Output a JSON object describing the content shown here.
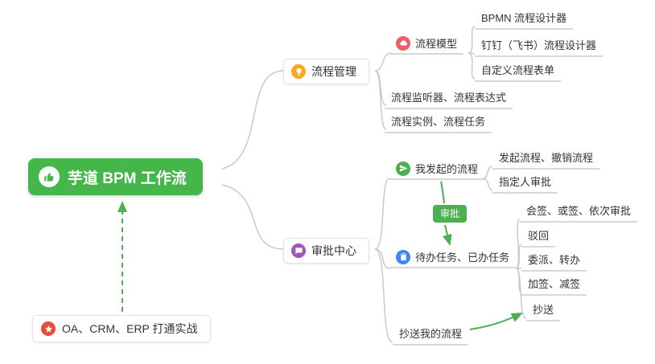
{
  "root": {
    "label": "芋道 BPM 工作流"
  },
  "process_mgmt": {
    "label": "流程管理",
    "model": {
      "label": "流程模型"
    },
    "model_children": {
      "bpmn_designer": "BPMN 流程设计器",
      "dingtalk_designer": "钉钉（飞书）流程设计器",
      "custom_form": "自定义流程表单"
    },
    "listener_expression": "流程监听器、流程表达式",
    "instance_task": "流程实例、流程任务"
  },
  "approval_center": {
    "label": "审批中心",
    "my_initiated": {
      "label": "我发起的流程"
    },
    "initiated_children": {
      "start_cancel": "发起流程、撤销流程",
      "assignee_approval": "指定人审批"
    },
    "approve_badge": "审批",
    "tasks": {
      "label": "待办任务、已办任务"
    },
    "task_children": {
      "countersign": "会签、或签、依次审批",
      "reject": "驳回",
      "delegate_transfer": "委派、转办",
      "add_remove_sign": "加签、减签",
      "cc": "抄送"
    },
    "cc_my_flow": "抄送我的流程"
  },
  "note": {
    "label": "OA、CRM、ERP 打通实战"
  },
  "colors": {
    "root_bg": "#45b649",
    "badge_bg": "#4caf50",
    "arrow_green": "#4caf50",
    "connector_gray": "#c9c9c9",
    "underline_gray": "#d8d8d8",
    "icon_process_mgmt": "#f9a825",
    "icon_process_model": "#ee5e67",
    "icon_approval_center": "#9b59b6",
    "icon_my_initiated": "#4caf50",
    "icon_tasks": "#4285f4",
    "icon_note": "#e74c3c"
  }
}
